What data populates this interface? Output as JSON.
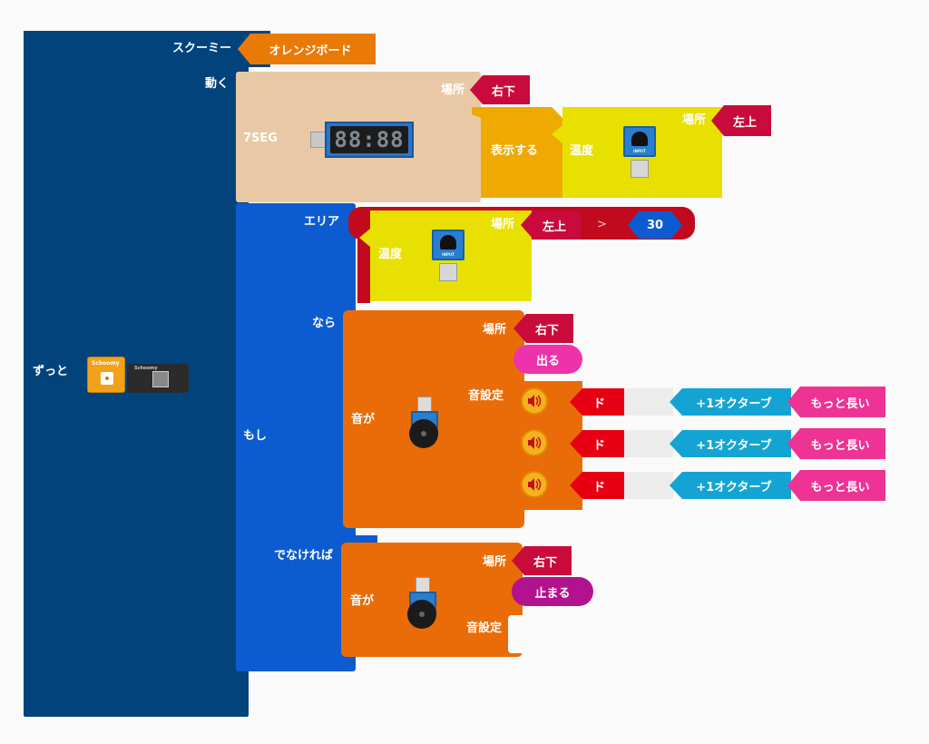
{
  "forever": {
    "label": "ずっと",
    "color": "#03437c"
  },
  "header": {
    "scratch_label": "スクーミー",
    "board": "オレンジボード"
  },
  "move": {
    "label": "動く",
    "display_label": "7SEG",
    "display_digits": "88:88",
    "place_label": "場所",
    "place_value": "右下",
    "show_label": "表示する",
    "temp": {
      "label": "温度",
      "place_label": "場所",
      "place_value": "左上"
    }
  },
  "if_block": {
    "if_label": "もし",
    "area_label": "エリア",
    "condition": {
      "temp_label": "温度",
      "place_label": "場所",
      "place_value": "左上",
      "operator": ">",
      "value": "30"
    },
    "then_label": "なら",
    "else_label": "でなければ"
  },
  "then_sound": {
    "label": "音が",
    "place_label": "場所",
    "place_value": "右下",
    "action": "出る",
    "setting_label": "音設定",
    "notes": [
      {
        "note": "ド",
        "octave": "+1オクターブ",
        "length": "もっと長い"
      },
      {
        "note": "ド",
        "octave": "+1オクターブ",
        "length": "もっと長い"
      },
      {
        "note": "ド",
        "octave": "+1オクターブ",
        "length": "もっと長い"
      }
    ]
  },
  "else_sound": {
    "label": "音が",
    "place_label": "場所",
    "place_value": "右下",
    "action": "止まる",
    "setting_label": "音設定"
  },
  "board_chips": {
    "chip1": "Schoomy",
    "chip2": "Schoomy"
  },
  "icons": {
    "sound": "speaker-icon",
    "temp": "temperature-sensor-icon",
    "display": "seven-segment-display-icon"
  }
}
